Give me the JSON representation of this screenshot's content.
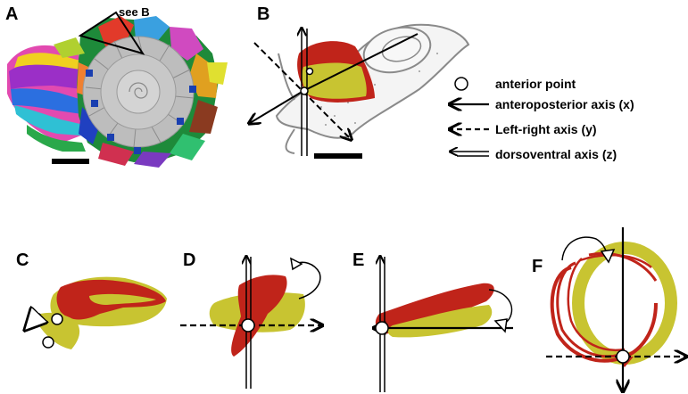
{
  "panels": [
    "A",
    "B",
    "C",
    "D",
    "E",
    "F"
  ],
  "callout": "see B",
  "legend": [
    {
      "symbol": "circle",
      "label": "anterior point"
    },
    {
      "symbol": "solid-arrow",
      "label": "anteroposterior axis (x)"
    },
    {
      "symbol": "dashed-arrow",
      "label": "Left-right axis (y)"
    },
    {
      "symbol": "double-arrow",
      "label": "dorsoventral axis (z)"
    }
  ],
  "colors": {
    "red": "#c0241a",
    "yellow": "#c8c431",
    "shell_gray": "#bfbfbf"
  }
}
